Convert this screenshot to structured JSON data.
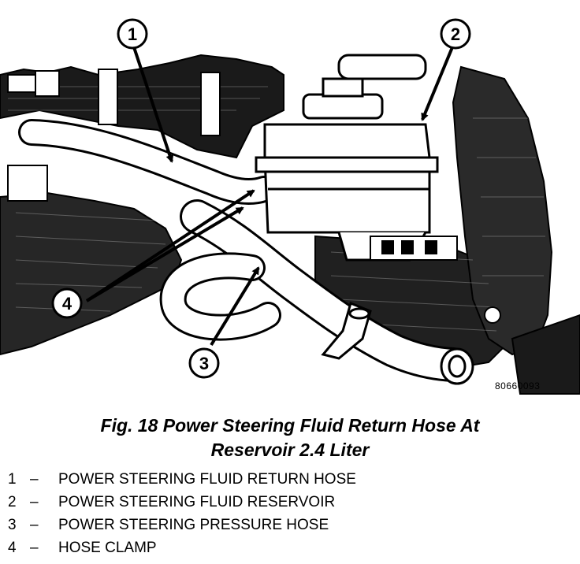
{
  "figure": {
    "code": "80660093",
    "caption_line1": "Fig. 18 Power Steering Fluid Return Hose At",
    "caption_line2": "Reservoir 2.4 Liter"
  },
  "callouts": [
    {
      "num": "1",
      "dash": "–",
      "label": "POWER STEERING FLUID RETURN HOSE"
    },
    {
      "num": "2",
      "dash": "–",
      "label": "POWER STEERING FLUID RESERVOIR"
    },
    {
      "num": "3",
      "dash": "–",
      "label": "POWER STEERING PRESSURE HOSE"
    },
    {
      "num": "4",
      "dash": "–",
      "label": "HOSE CLAMP"
    }
  ]
}
